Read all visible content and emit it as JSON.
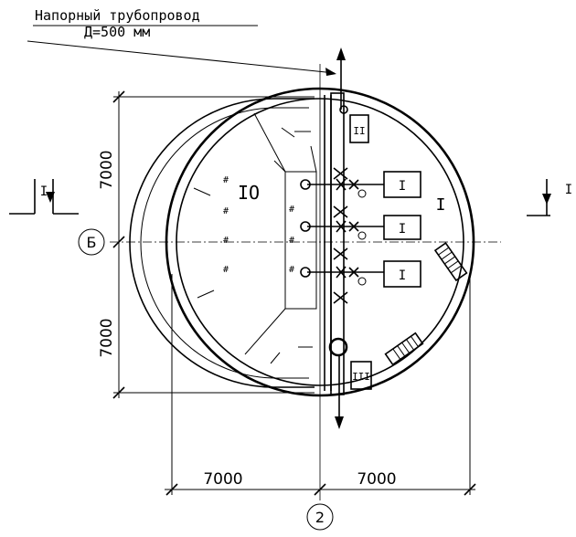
{
  "title": {
    "line1": "Напорный трубопровод",
    "line2": "Д=500 мм"
  },
  "dimensions": {
    "vertical_top": "7000",
    "vertical_bottom": "7000",
    "horizontal_left": "7000",
    "horizontal_right": "7000"
  },
  "axes": {
    "letter": "Б",
    "number": "2"
  },
  "sections": {
    "left": "I",
    "right": "I"
  },
  "zones": {
    "left": "IO",
    "right": "I"
  },
  "equipment": {
    "pump_top": "I",
    "pump_middle": "I",
    "pump_bottom": "I",
    "tank_top": "II",
    "tank_bottom": "III"
  },
  "colors": {
    "line": "#000000",
    "background": "#ffffff"
  }
}
